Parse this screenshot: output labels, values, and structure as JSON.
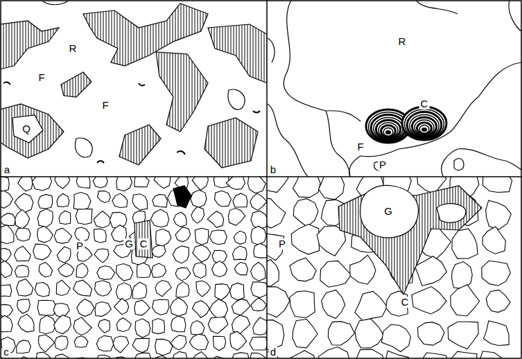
{
  "diagram": {
    "labels": [
      "R",
      "F",
      "F",
      "Q",
      "a",
      "R",
      "C",
      "F",
      "P",
      "b",
      "P",
      "G",
      "C",
      "c",
      "G",
      "C",
      "P",
      "d"
    ]
  }
}
